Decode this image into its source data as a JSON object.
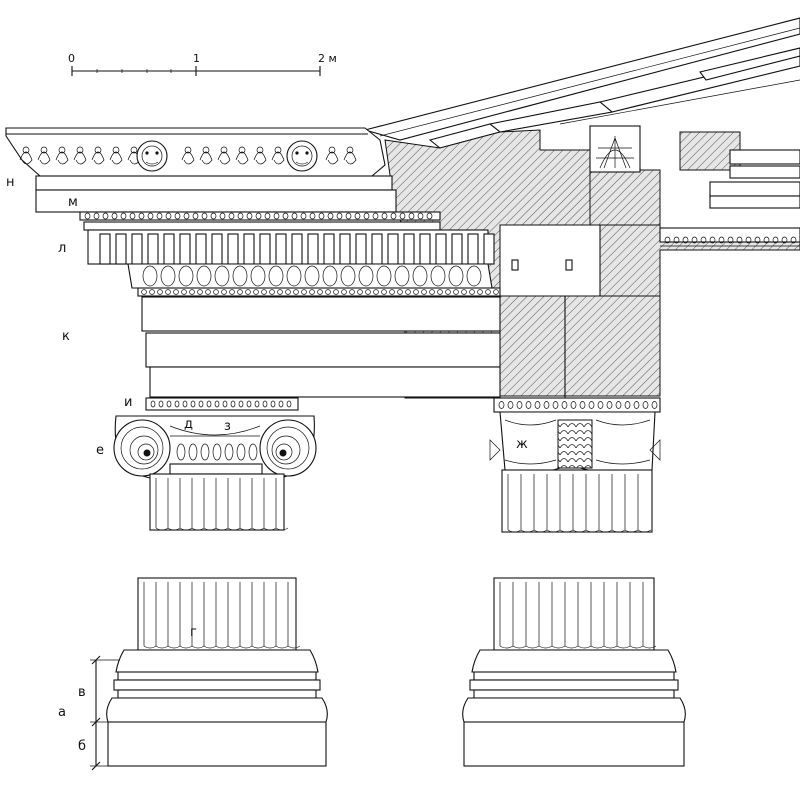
{
  "scale": {
    "zero": "0",
    "one": "1",
    "two": "2 м"
  },
  "labels": {
    "a": "а",
    "b": "б",
    "v": "в",
    "g": "г",
    "d": "д",
    "e": "е",
    "zh": "ж",
    "z": "з",
    "i": "и",
    "k": "к",
    "l": "л",
    "m": "м",
    "n": "н"
  }
}
